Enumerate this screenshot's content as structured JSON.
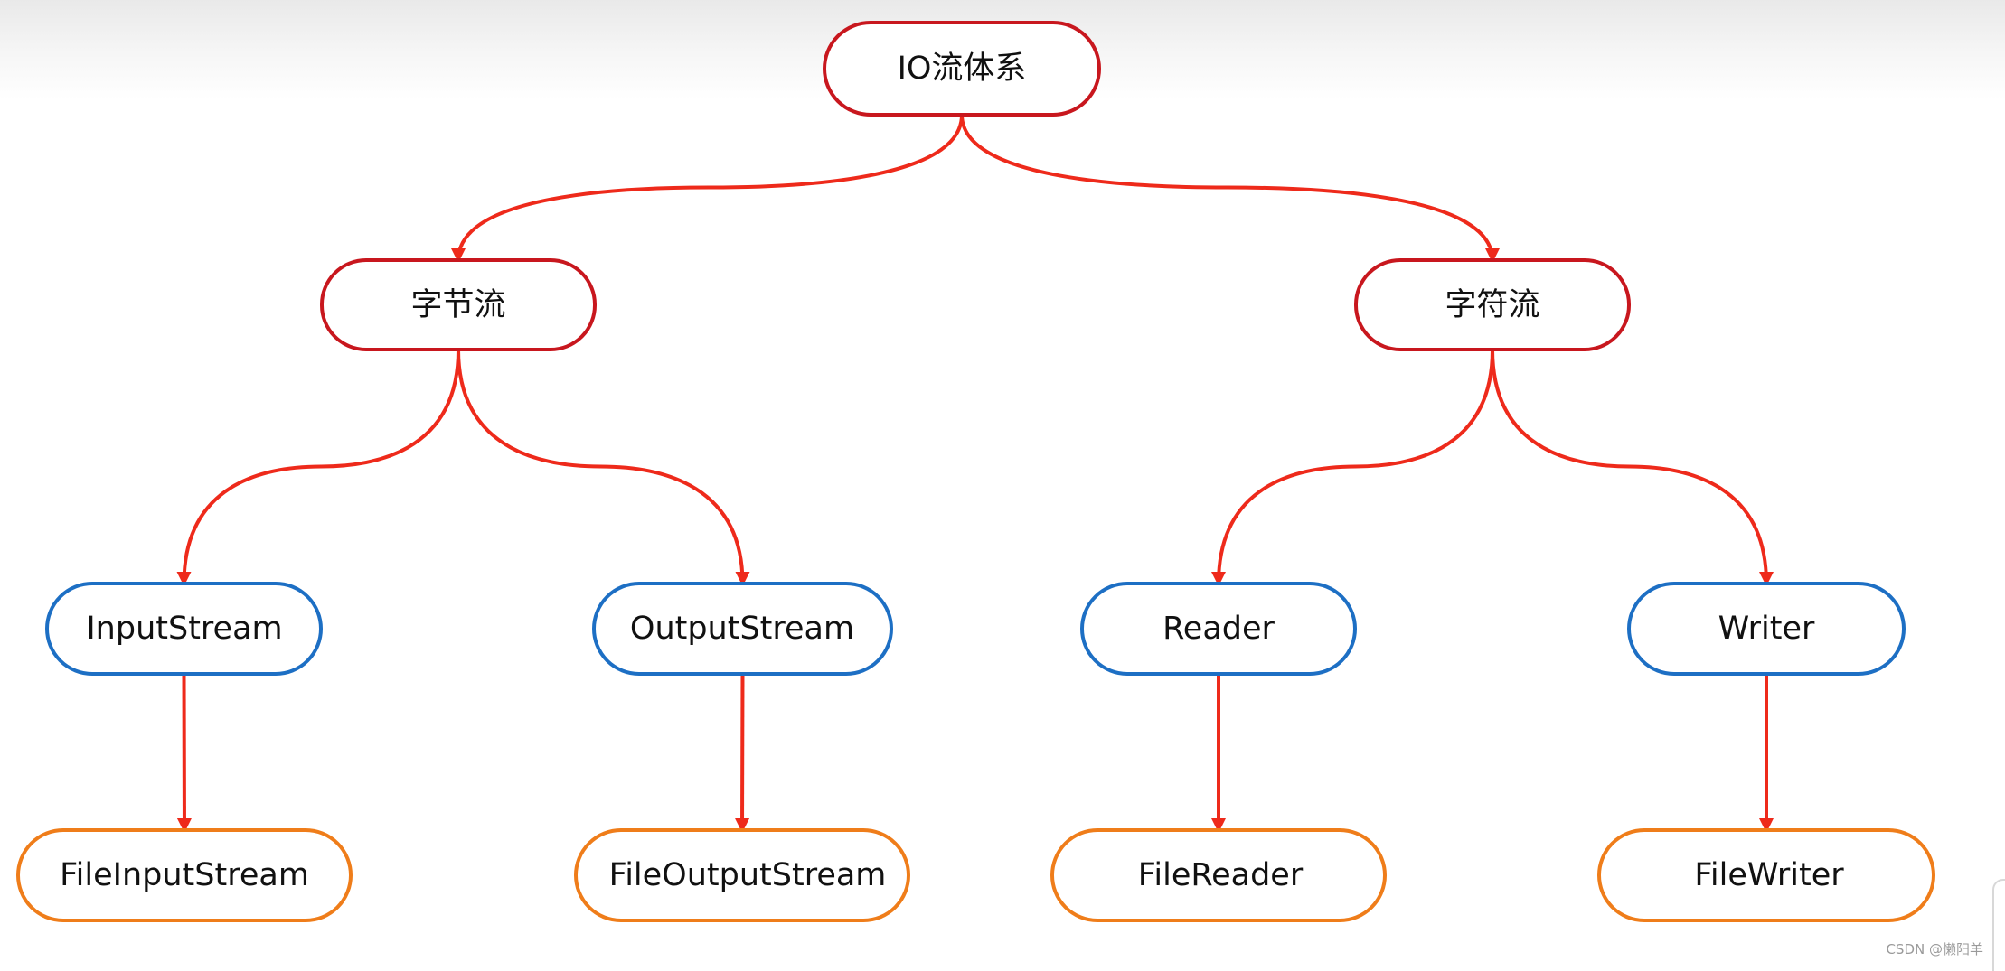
{
  "diagram": {
    "nodes": {
      "root": {
        "label": "IO流体系",
        "color": "#c8171e"
      },
      "byte_stream": {
        "label": "字节流",
        "color": "#c8171e"
      },
      "char_stream": {
        "label": "字符流",
        "color": "#c8171e"
      },
      "input_stream": {
        "label": "InputStream",
        "color": "#1d6fc4"
      },
      "output_stream": {
        "label": "OutputStream",
        "color": "#1d6fc4"
      },
      "reader": {
        "label": "Reader",
        "color": "#1d6fc4"
      },
      "writer": {
        "label": "Writer",
        "color": "#1d6fc4"
      },
      "file_input_stream": {
        "label": "FileInputStream",
        "color": "#ef7d1a"
      },
      "file_output_stream": {
        "label": "FileOutputStream",
        "color": "#ef7d1a"
      },
      "file_reader": {
        "label": "FileReader",
        "color": "#ef7d1a"
      },
      "file_writer": {
        "label": "FileWriter",
        "color": "#ef7d1a"
      }
    },
    "edges": [
      {
        "from": "root",
        "to": "byte_stream"
      },
      {
        "from": "root",
        "to": "char_stream"
      },
      {
        "from": "byte_stream",
        "to": "input_stream"
      },
      {
        "from": "byte_stream",
        "to": "output_stream"
      },
      {
        "from": "char_stream",
        "to": "reader"
      },
      {
        "from": "char_stream",
        "to": "writer"
      },
      {
        "from": "input_stream",
        "to": "file_input_stream"
      },
      {
        "from": "output_stream",
        "to": "file_output_stream"
      },
      {
        "from": "reader",
        "to": "file_reader"
      },
      {
        "from": "writer",
        "to": "file_writer"
      }
    ],
    "edge_color": "#ee2a1b"
  },
  "watermark": {
    "text": "CSDN @懒阳羊"
  }
}
